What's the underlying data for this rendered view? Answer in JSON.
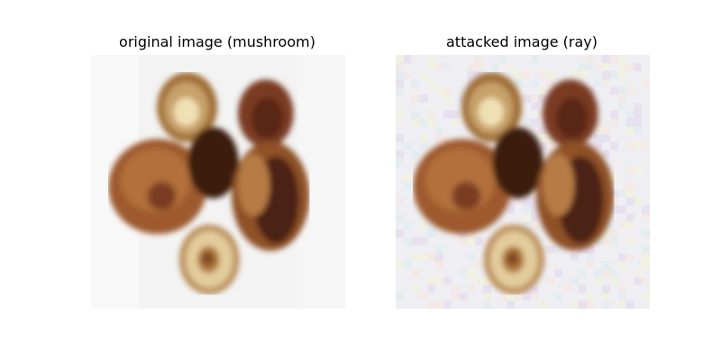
{
  "panels": [
    {
      "title": "original image (mushroom)",
      "subject": "mushrooms",
      "background_color": "#f2f2f2",
      "palette": [
        "#7a3f22",
        "#a2622f",
        "#caa46a",
        "#ecdcb2",
        "#2d1a10"
      ]
    },
    {
      "title": "attacked image (ray)",
      "subject": "mushrooms",
      "background_color": "#efeff3",
      "palette": [
        "#7a3f22",
        "#a2622f",
        "#caa46a",
        "#ecdcb2",
        "#2d1a10"
      ],
      "noise_colors": [
        "#e7e0ef",
        "#f3e9e6",
        "#e4ecef",
        "#f1f1e3"
      ]
    }
  ]
}
